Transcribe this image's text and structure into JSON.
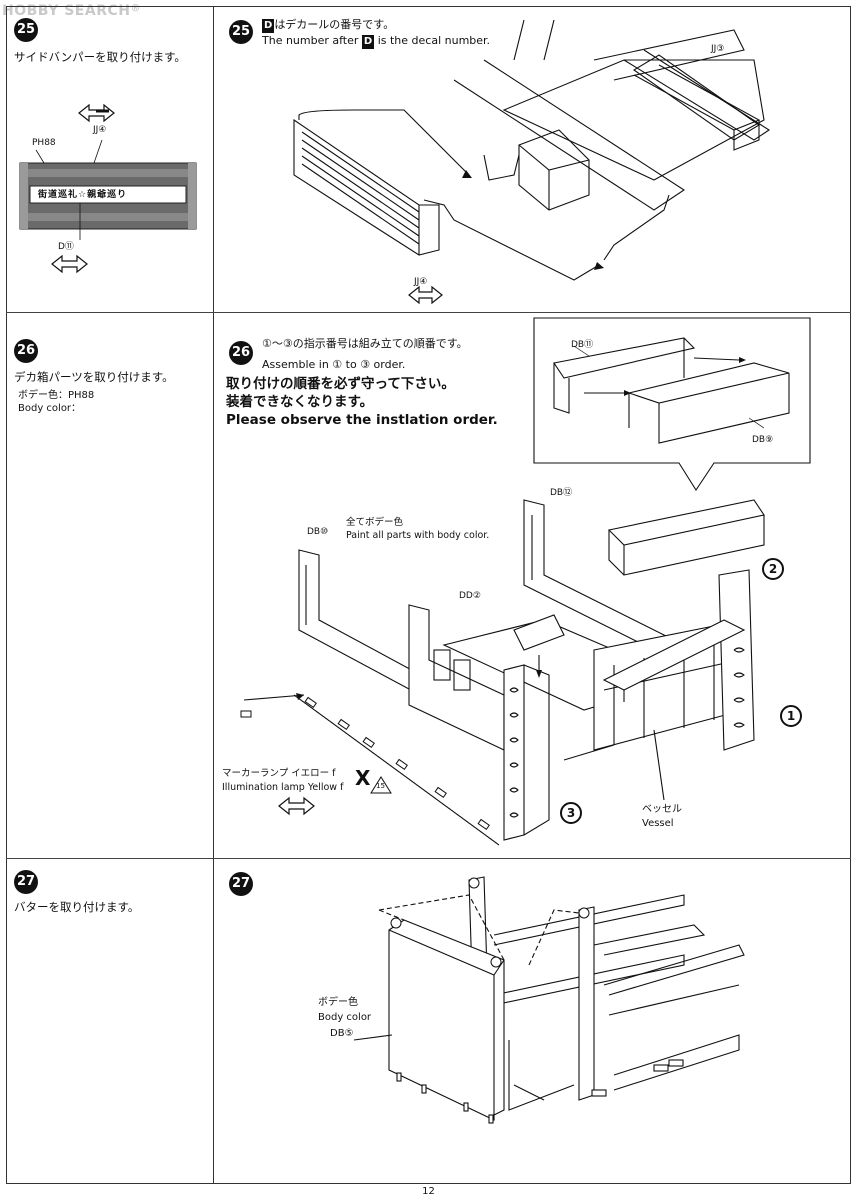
{
  "watermark": {
    "text": "HOBBY SEARCH",
    "mark": "®"
  },
  "steps": {
    "s25": {
      "number": "25",
      "left_text": "サイドバンパーを取り付けます。",
      "part_jj4": "JJ④",
      "part_ph": "PH88",
      "decal_d11": "D⑪",
      "decal_text": "街道巡礼☆親爺巡り",
      "right_line1": "はデカールの番号です。",
      "right_line2a": "The number after ",
      "right_line2b": " is the decal number.",
      "d_box": "D",
      "part_jj3": "JJ③",
      "part_jj4_b": "JJ④"
    },
    "s26": {
      "number": "26",
      "left_text": "デカ箱パーツを取り付けます。",
      "color_line1": "ボデー色：",
      "color_ph": "PH88",
      "color_line2": "Body color：",
      "order_jp": "①～③の指示番号は組み立ての順番です。",
      "order_en": "Assemble in ① to ③ order.",
      "warn_jp1": "取り付けの順番を必ず守って下さい。",
      "warn_jp2": "装着できなくなります。",
      "warn_en": "Please observe the instlation order.",
      "db11": "DB⑪",
      "db9": "DB⑨",
      "db12": "DB⑫",
      "db10": "DB⑩",
      "dd2": "DD②",
      "paint_jp": "全てボデー色",
      "paint_en": "Paint all parts with body color.",
      "lamp_jp": "マーカーランプ イエロー f",
      "lamp_en": "Illumination lamp Yellow f",
      "x_mark": "X",
      "x_num": "15",
      "vessel_jp": "ベッセル",
      "vessel_en": "Vessel",
      "o1": "1",
      "o2": "2",
      "o3": "3"
    },
    "s27": {
      "number": "27",
      "left_text": "バターを取り付けます。",
      "color_jp": "ボデー色",
      "color_en": "Body color",
      "db5": "DB⑤"
    }
  },
  "page_number": "12"
}
